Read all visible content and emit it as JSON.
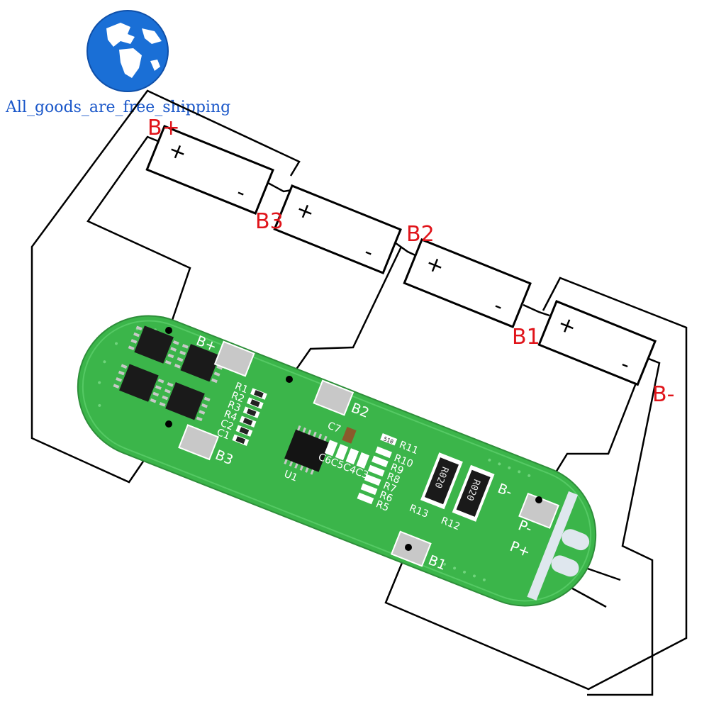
{
  "watermark": "All_goods_are_free_shipping",
  "colors": {
    "pcb": "#3bb54a",
    "pcb_dark": "#2e9b3c",
    "wire": "#000000",
    "label": "#e0141a",
    "watermark": "#1a57c9",
    "pad": "#c8c8c8"
  },
  "icons": {
    "logo": "globe-icon"
  },
  "node_labels": {
    "b_plus": "B+",
    "b3": "B3",
    "b2": "B2",
    "b1": "B1",
    "b_minus": "B-"
  },
  "cell_signs": {
    "plus": "+",
    "minus": "-"
  },
  "board": {
    "pads": {
      "b_plus": "B+",
      "b2": "B2",
      "b3": "B3",
      "b1": "B1",
      "b_minus": "B-",
      "p_minus": "P-",
      "p_plus": "P+"
    },
    "refs": {
      "r1": "R1",
      "r2": "R2",
      "r3": "R3",
      "r4": "R4",
      "c2": "C2",
      "c1": "C1",
      "c7": "C7",
      "c6c5c4c3": "C6C5C4C3",
      "u1": "U1",
      "r11": "R11",
      "r10": "R10",
      "r9": "R9",
      "r8": "R8",
      "r7": "R7",
      "r6": "R6",
      "r5": "R5",
      "r13": "R13",
      "r12": "R12"
    },
    "resistor_marking": "R020",
    "small_marking": "510"
  }
}
